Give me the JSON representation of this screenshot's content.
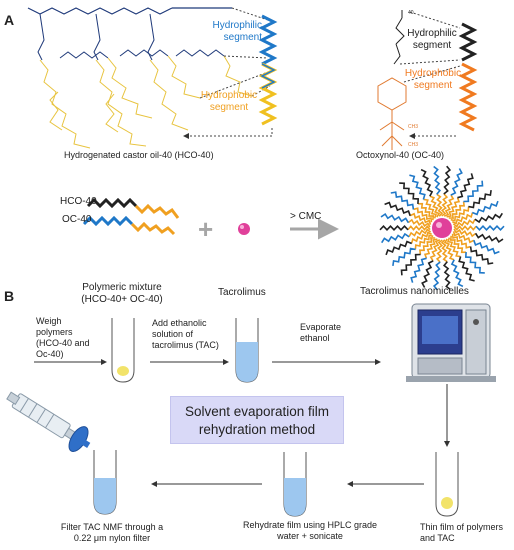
{
  "panel_a": {
    "label": "A",
    "hco": {
      "name": "Hydrogenated castor oil-40 (HCO-40)",
      "hydrophilic_label": "Hydrophilic segment",
      "hydrophobic_label": "Hydrophobic segment"
    },
    "oc": {
      "name": "Octoxynol-40 (OC-40)",
      "hydrophilic_label": "Hydrophilic segment",
      "hydrophobic_label": "Hydrophobic segment",
      "chain_label": "40",
      "methyl_label": "CH3"
    },
    "scheme": {
      "hco_label": "HCO-40",
      "oc_label": "OC-40",
      "plus": "+",
      "arrow_label": "> CMC"
    }
  },
  "panel_b": {
    "label": "B",
    "method_title": "Solvent evaporation film rehydration method",
    "steps": {
      "weigh": "Weigh polymers (HCO-40 and Oc-40)",
      "polymeric_mixture": "Polymeric mixture (HCO-40+ OC-40)",
      "add_ethanolic": "Add ethanolic solution of tacrolimus (TAC)",
      "tacrolimus": "Tacrolimus",
      "evaporate": "Evaporate ethanol",
      "nanomicelles": "Tacrolimus nanomicelles",
      "thin_film": "Thin film of polymers and TAC",
      "rehydrate": "Rehydrate film using HPLC grade water + sonicate",
      "filter": "Filter TAC NMF through a 0.22 μm nylon filter"
    }
  },
  "colors": {
    "hydrophilic": "#1f78c8",
    "hydrophobic": "#f0a020",
    "hco_tail": "#e8c440",
    "hco_head": "#1f3a7a",
    "oc_structure": "#e07a30",
    "oc_head": "#222222",
    "title_box": "#d9d9f7",
    "liquid": "#9dc7ef",
    "film": "#f2e36a",
    "arrow_gray": "#a6a6a6",
    "micelle_core": "#e0409a"
  }
}
